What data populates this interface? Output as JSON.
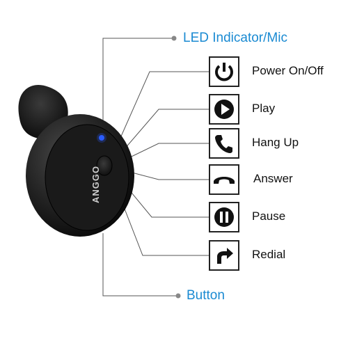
{
  "product": {
    "brand_text": "ANGGO"
  },
  "callouts": {
    "led_indicator": "LED Indicator/Mic",
    "button": "Button"
  },
  "functions": [
    {
      "label": "Power On/Off",
      "icon": "power-icon"
    },
    {
      "label": "Play",
      "icon": "play-icon"
    },
    {
      "label": "Hang Up",
      "icon": "hang-up-icon"
    },
    {
      "label": "Answer",
      "icon": "answer-icon"
    },
    {
      "label": "Pause",
      "icon": "pause-icon"
    },
    {
      "label": "Redial",
      "icon": "redial-icon"
    }
  ],
  "colors": {
    "callout_text": "#1a8ad2",
    "led": "#2a5cff",
    "earbud_body": "#1b1b1b"
  }
}
